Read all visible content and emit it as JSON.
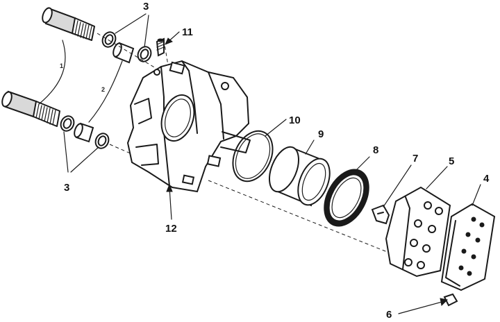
{
  "callouts": {
    "c3_top": "3",
    "c11": "11",
    "c10": "10",
    "c9": "9",
    "c8": "8",
    "c7": "7",
    "c5": "5",
    "c4": "4",
    "c3_bottom": "3",
    "c12": "12",
    "c6": "6",
    "sub1": "1",
    "sub2": "2"
  }
}
